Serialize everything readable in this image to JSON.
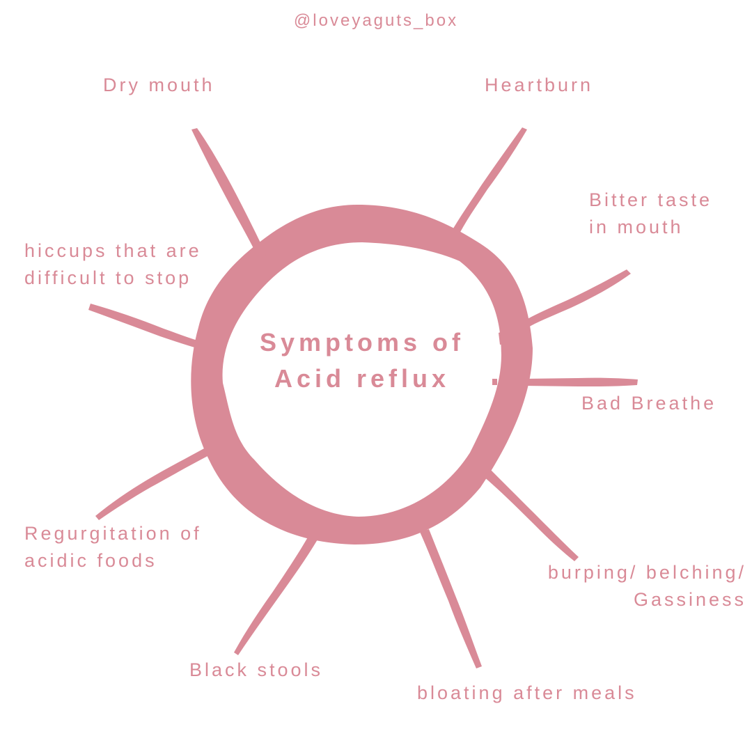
{
  "handle": "@loveyaguts_box",
  "title": "Symptoms of\nAcid reflux",
  "symptoms": [
    "Dry mouth",
    "Heartburn",
    "Bitter taste\nin mouth",
    "hiccups that are\ndifficult to stop",
    "Bad Breathe",
    "Regurgitation of\nacidic foods",
    "burping/ belching/\nGassiness",
    "Black stools",
    "bloating after meals"
  ],
  "colors": {
    "accent": "#d98a97",
    "background": "#ffffff"
  }
}
